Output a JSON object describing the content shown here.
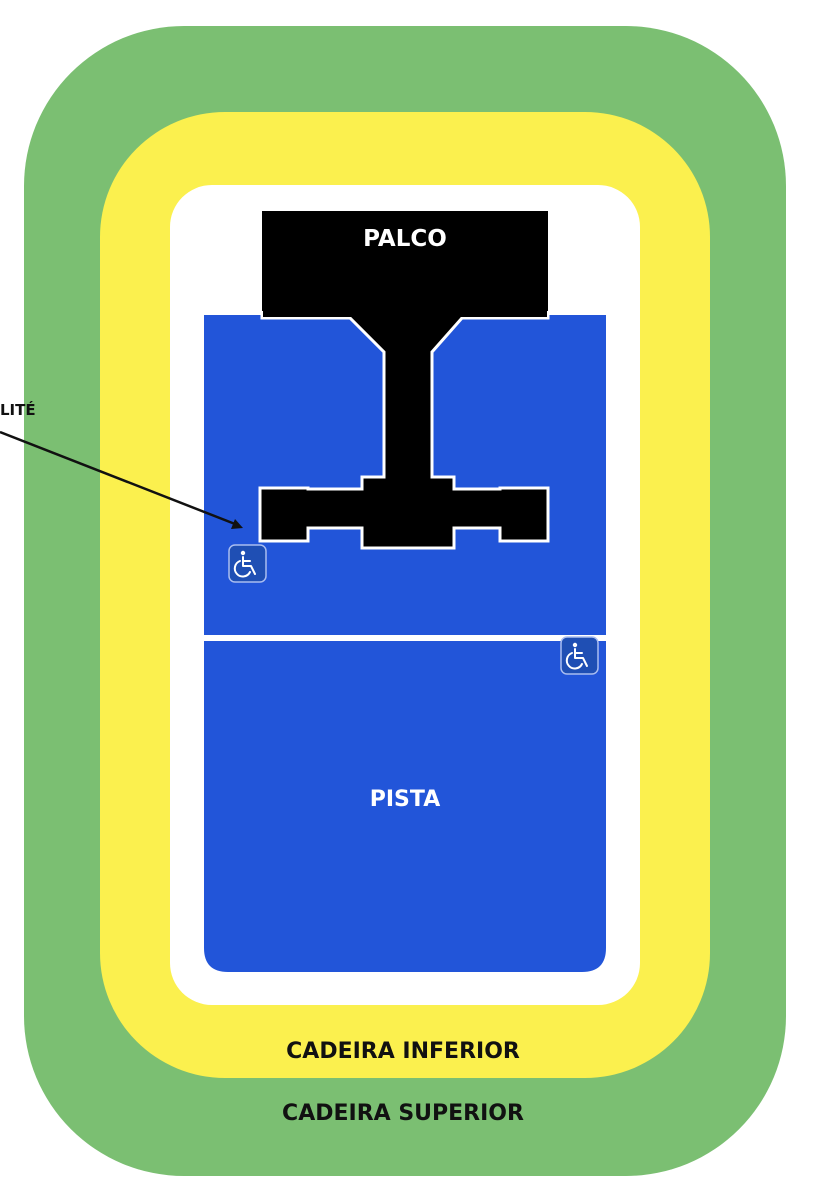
{
  "labels": {
    "stage": "PALCO",
    "floor": "PISTA",
    "lower_seats": "CADEIRA INFERIOR",
    "upper_seats": "CADEIRA SUPERIOR",
    "callout": "LITÉ"
  },
  "icons": {
    "accessibility_icon": "wheelchair-icon"
  },
  "colors": {
    "upper_seats": "#7bbf72",
    "lower_seats": "#fbf04e",
    "floor": "#2255d9",
    "stage": "#000000",
    "field_border": "#ffffff",
    "accessibility_badge": "#1f4fb4",
    "text_dark": "#111111",
    "text_light": "#ffffff"
  }
}
